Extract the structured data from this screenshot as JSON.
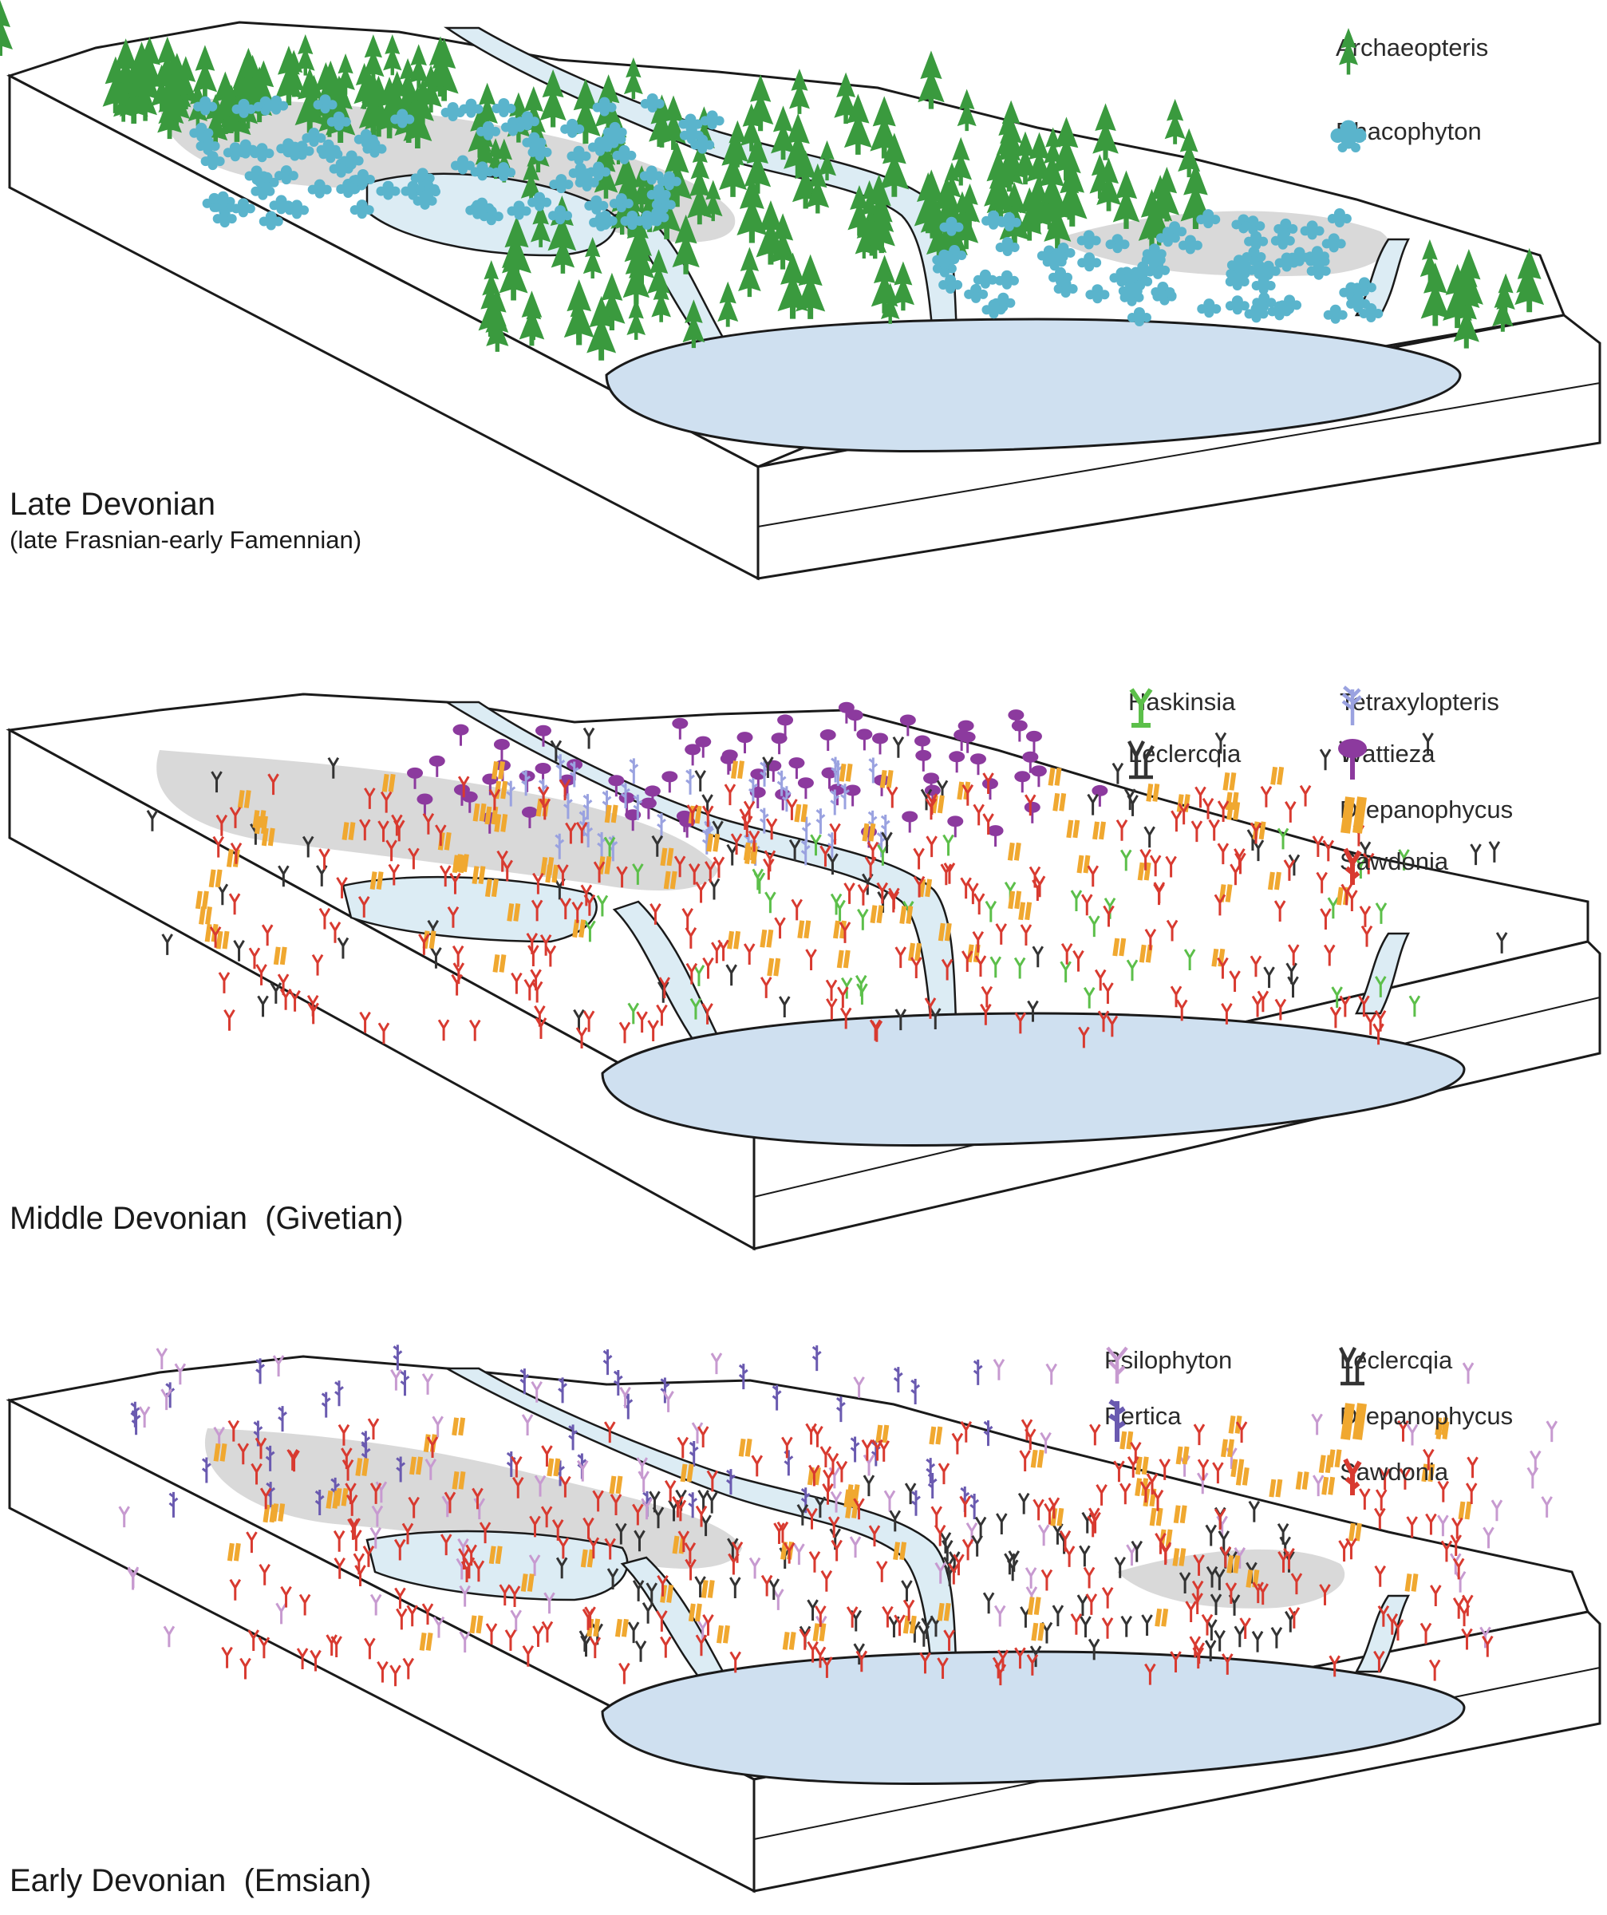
{
  "panels": [
    {
      "caption": {
        "title": "Late Devonian",
        "subtitle": "(late Frasnian-early Famennian)"
      },
      "legend": [
        {
          "label": "Archaeopteris",
          "icon": "conifer-tree-icon",
          "color": "#3a9a3e"
        },
        {
          "label": "Rhacophyton",
          "icon": "bushy-plant-icon",
          "color": "#5ab4cc"
        }
      ]
    },
    {
      "caption": {
        "title": "Middle Devonian  (Givetian)",
        "subtitle": ""
      },
      "legend": [
        {
          "label": "Haskinsia",
          "icon": "forked-stem-icon",
          "color": "#5cbf4a"
        },
        {
          "label": "Tetraxylopteris",
          "icon": "feathery-stem-icon",
          "color": "#9aa2e0"
        },
        {
          "label": "Leclercqia",
          "icon": "forked-stem-icon",
          "color": "#333333"
        },
        {
          "label": "Wattieza",
          "icon": "umbrella-tree-icon",
          "color": "#8c3a9e"
        },
        {
          "label": "Drepanophycus",
          "icon": "leafy-stem-icon",
          "color": "#f0a830"
        },
        {
          "label": "Sawdonia",
          "icon": "spiny-stem-icon",
          "color": "#d83a30"
        }
      ]
    },
    {
      "caption": {
        "title": "Early Devonian  (Emsian)",
        "subtitle": ""
      },
      "legend": [
        {
          "label": "Psilophyton",
          "icon": "branched-stem-icon",
          "color": "#c79ad0"
        },
        {
          "label": "Leclercqia",
          "icon": "forked-stem-icon",
          "color": "#333333"
        },
        {
          "label": "Pertica",
          "icon": "tall-branched-stem-icon",
          "color": "#6a5ab0"
        },
        {
          "label": "Drepanophycus",
          "icon": "leafy-stem-icon",
          "color": "#f0a830"
        },
        {
          "label": "Sawdonia",
          "icon": "spiny-stem-icon",
          "color": "#d83a30"
        }
      ]
    }
  ],
  "colors": {
    "water": "#dcecf4",
    "lake": "#cfe0f0",
    "floodplain": "#d9d9d9",
    "outline": "#1a1a1a"
  }
}
